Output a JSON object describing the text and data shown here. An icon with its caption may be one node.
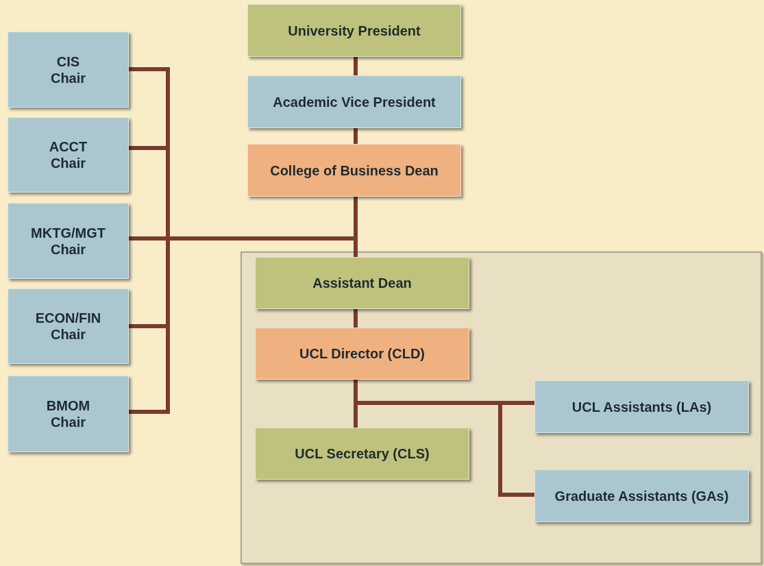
{
  "diagram": {
    "nodes": [
      {
        "text": [
          "University President"
        ]
      },
      {
        "text": [
          "Academic Vice President"
        ]
      },
      {
        "text": [
          "College of Business Dean"
        ]
      },
      {
        "text": [
          "CIS Chair"
        ]
      },
      {
        "text": [
          "ACCT Chair"
        ]
      },
      {
        "text": [
          "MKTG/MGT Chair"
        ]
      },
      {
        "text": [
          "ECON/FIN Chair"
        ]
      },
      {
        "text": [
          "BMOM Chair"
        ]
      },
      {
        "text": [],
        "shape": "box"
      },
      {
        "text": [
          "Assistant Dean"
        ],
        "in": 8
      },
      {
        "text": [
          "UCL Director (CLD)"
        ],
        "in": 8
      },
      {
        "text": [
          "UCL Assistants (LAs)"
        ],
        "in": 8
      },
      {
        "text": [
          "UCL Secretary (CLS)"
        ],
        "in": 8
      },
      {
        "text": [
          "Graduate Assistants (GAs)"
        ],
        "in": 8
      }
    ],
    "edges": [
      {
        "from": 0,
        "to": 1,
        "arrow": "none"
      },
      {
        "from": 1,
        "to": 2,
        "arrow": "none"
      },
      {
        "from": 2,
        "to": 3,
        "arrow": "none"
      },
      {
        "from": 2,
        "to": 4,
        "arrow": "none"
      },
      {
        "from": 2,
        "to": 5,
        "arrow": "none"
      },
      {
        "from": 2,
        "to": 6,
        "arrow": "none"
      },
      {
        "from": 2,
        "to": 7,
        "arrow": "none"
      },
      {
        "from": 2,
        "to": 9,
        "arrow": "none"
      },
      {
        "from": 9,
        "to": 10,
        "arrow": "none"
      },
      {
        "from": 10,
        "to": 12,
        "arrow": "none"
      },
      {
        "from": 10,
        "to": 11,
        "arrow": "none"
      },
      {
        "from": 10,
        "to": 13,
        "arrow": "none"
      }
    ]
  }
}
